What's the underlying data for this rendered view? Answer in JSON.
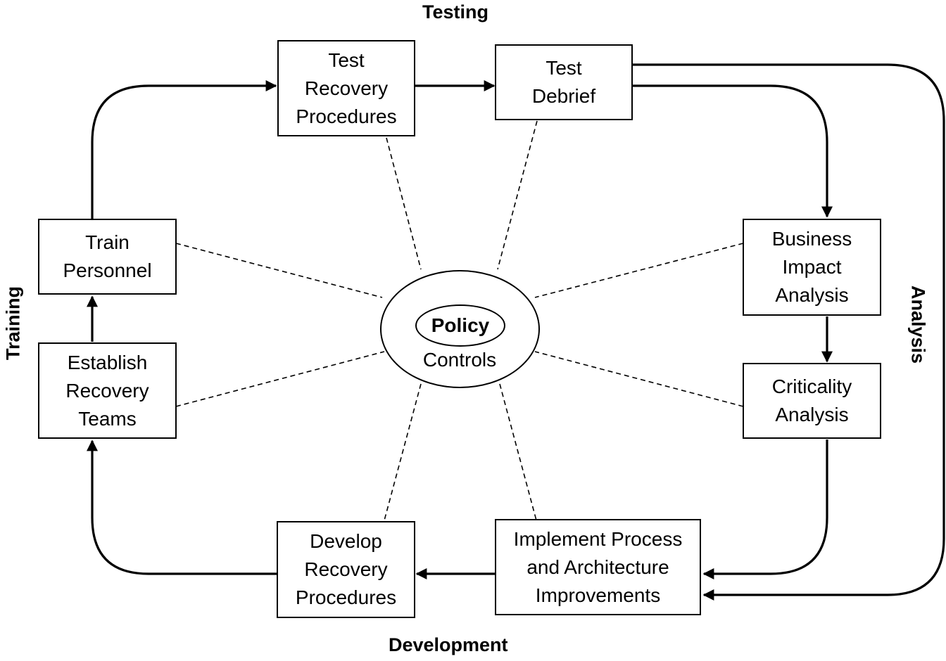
{
  "phases": {
    "testing": "Testing",
    "analysis": "Analysis",
    "development": "Development",
    "training": "Training"
  },
  "boxes": {
    "test_recovery": [
      "Test",
      "Recovery",
      "Procedures"
    ],
    "test_debrief": [
      "Test",
      "Debrief"
    ],
    "business_impact": [
      "Business",
      "Impact",
      "Analysis"
    ],
    "criticality": [
      "Criticality",
      "Analysis"
    ],
    "implement": [
      "Implement Process",
      "and Architecture",
      "Improvements"
    ],
    "develop_recovery": [
      "Develop",
      "Recovery",
      "Procedures"
    ],
    "establish_teams": [
      "Establish",
      "Recovery",
      "Teams"
    ],
    "train_personnel": [
      "Train",
      "Personnel"
    ]
  },
  "center": {
    "policy": "Policy",
    "controls": "Controls"
  }
}
